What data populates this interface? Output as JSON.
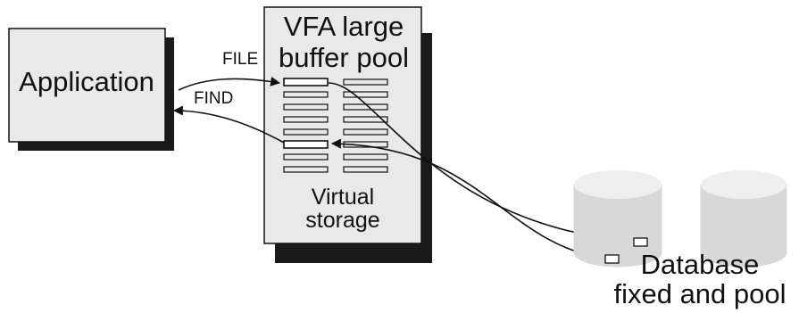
{
  "colors": {
    "box_fill": "#e9e9e9",
    "shadow": "#1a1a1a",
    "slot_fill": "#ffffff",
    "line": "#111111",
    "disk_body": "#d8d8d8",
    "disk_top": "#eeeeee",
    "background": "#ffffff"
  },
  "application": {
    "label": "Application"
  },
  "buffer_pool": {
    "title_line1": "VFA large",
    "title_line2": "buffer pool",
    "footer_line1": "Virtual",
    "footer_line2": "storage"
  },
  "arrows": {
    "file_label": "FILE",
    "find_label": "FIND"
  },
  "database": {
    "label_line1": "Database",
    "label_line2": "fixed and pool"
  },
  "icons": [
    "buffer-slot",
    "disk-cylinder",
    "arrowhead"
  ]
}
